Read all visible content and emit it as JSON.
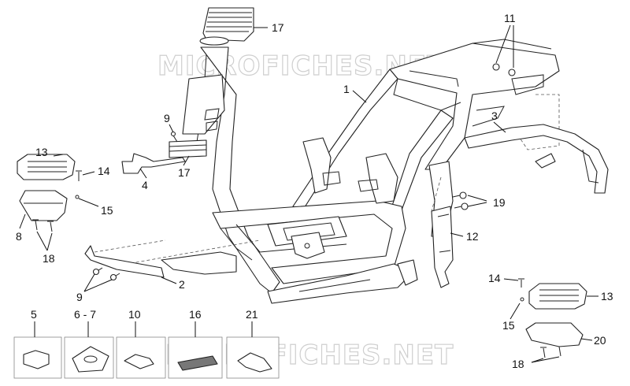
{
  "watermark": {
    "top": "MICROFICHES.NET",
    "bottom": "MICROFICHES.NET"
  },
  "callouts": {
    "c1": "1",
    "c2": "2",
    "c3": "3",
    "c4": "4",
    "c5": "5",
    "c67": "6 - 7",
    "c8": "8",
    "c9a": "9",
    "c9b": "9",
    "c10": "10",
    "c11": "11",
    "c12": "12",
    "c13a": "13",
    "c13b": "13",
    "c14a": "14",
    "c14b": "14",
    "c15a": "15",
    "c15b": "15",
    "c16": "16",
    "c17a": "17",
    "c17b": "17",
    "c18a": "18",
    "c18b": "18",
    "c19": "19",
    "c20": "20",
    "c21": "21"
  }
}
